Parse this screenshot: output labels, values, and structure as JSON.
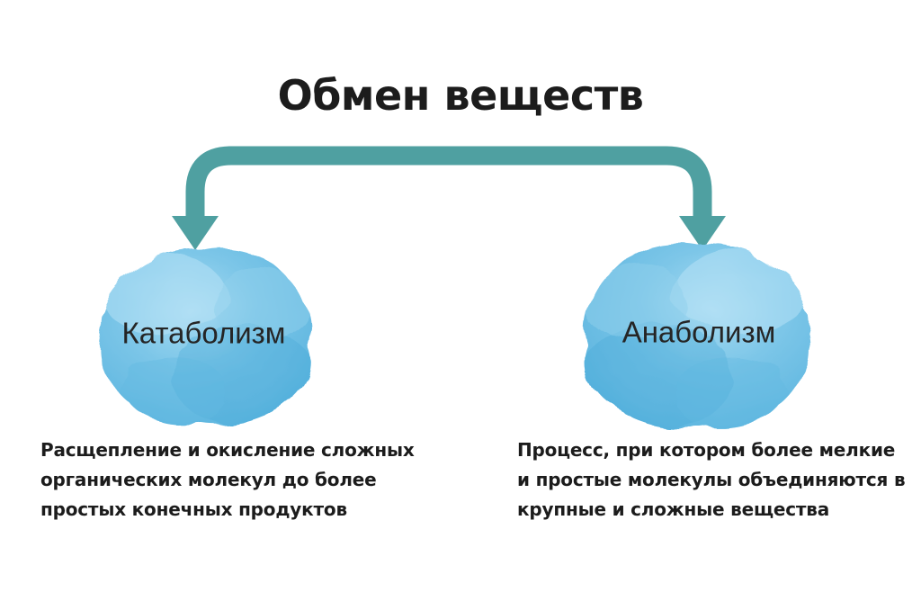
{
  "title": "Обмен веществ",
  "branches": [
    {
      "label": "Катаболизм",
      "description": "Расщепление и окисление сложных органических молекул до более простых конечных продуктов"
    },
    {
      "label": "Анаболизм",
      "description": "Процесс, при котором более мелкие и простые молекулы объединяются в крупные и сложные вещества"
    }
  ],
  "colors": {
    "arrow_teal": "#4FA0A1",
    "heading_text": "#1c1c1c",
    "label_text": "#252525",
    "cloud_light": "#aadcf2",
    "cloud_mid": "#7cc6e8",
    "cloud_deep": "#55b1dd",
    "background": "#ffffff"
  }
}
